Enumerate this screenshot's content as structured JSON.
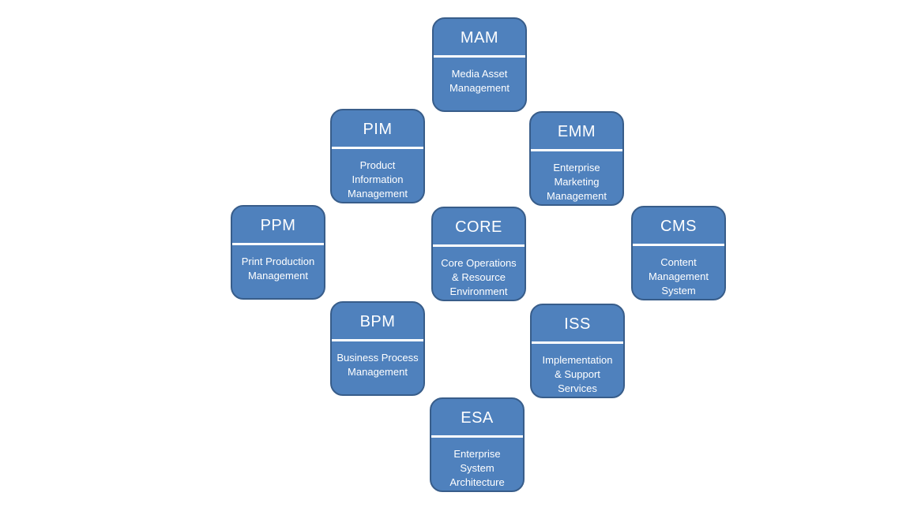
{
  "nodes": {
    "mam": {
      "abbr": "MAM",
      "full": "Media Asset\nManagement"
    },
    "pim": {
      "abbr": "PIM",
      "full": "Product\nInformation\nManagement"
    },
    "emm": {
      "abbr": "EMM",
      "full": "Enterprise\nMarketing\nManagement"
    },
    "ppm": {
      "abbr": "PPM",
      "full": "Print Production\nManagement"
    },
    "core": {
      "abbr": "CORE",
      "full": "Core Operations\n& Resource\nEnvironment"
    },
    "cms": {
      "abbr": "CMS",
      "full": "Content\nManagement\nSystem"
    },
    "bpm": {
      "abbr": "BPM",
      "full": "Business Process\nManagement"
    },
    "iss": {
      "abbr": "ISS",
      "full": "Implementation\n& Support\nServices"
    },
    "esa": {
      "abbr": "ESA",
      "full": "Enterprise\nSystem\nArchitecture"
    }
  },
  "colors": {
    "box_fill": "#4f81bd",
    "box_border": "#385d8a",
    "text": "#ffffff"
  }
}
